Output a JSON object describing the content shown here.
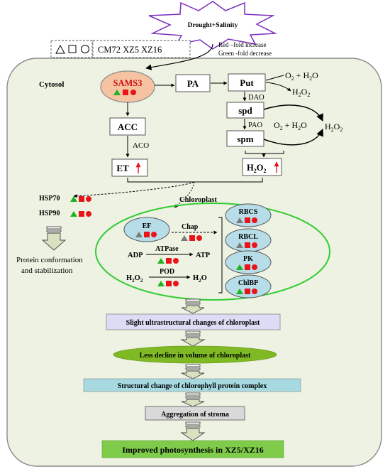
{
  "colors": {
    "red": "#e8141a",
    "green": "#1fb31f",
    "gray": "#7a7a7a",
    "burst_fill": "#ffffff",
    "burst_stroke": "#7b2fbe",
    "cytosol_fill": "#edf2e2",
    "cytosol_stroke": "#8a8a8a",
    "sams3_fill": "#f6c3a2",
    "box_fill": "#ffffff",
    "chloro_stroke": "#33cc33",
    "ellipse_fill": "#b7dde8",
    "step1_fill": "#dcdcf5",
    "step2_fill": "#7fba24",
    "step3_fill": "#a6d9e0",
    "step4_fill": "#d9d9d9",
    "step5_fill": "#7fcc4a",
    "arrow_fill": "#d8e2c0",
    "arrow_stroke": "#444444"
  },
  "stress": {
    "label": "Drought+Salinity"
  },
  "legend": {
    "symbols_icon": "triangle-square-circle",
    "cultivars": "CM72 XZ5 XZ16",
    "note_red": "Red –fold increase",
    "note_green": "Green -fold decrease"
  },
  "cytosol": {
    "label": "Cytosol"
  },
  "pathway": {
    "sams3": "SAMS3",
    "pa": "PA",
    "put": "Put",
    "o2h2o_1": "O",
    "sub2": "2",
    "plus_h": " + H",
    "o_end": "O",
    "h2o2_h": "H",
    "h2o2_o": "O",
    "dao": "DAO",
    "spd": "spd",
    "pao": "PAO",
    "spm": "spm",
    "acc": "ACC",
    "aco": "ACO",
    "et": "ET",
    "h2o2_box_h": "H",
    "h2o2_box_o": "O"
  },
  "hsp": {
    "hsp70": "HSP70",
    "hsp90": "HSP90",
    "outcome_line1": "Protein conformation",
    "outcome_line2": "and stabilization"
  },
  "chloroplast": {
    "label": "Chloroplast",
    "ef": "EF",
    "chap": "Chap",
    "adp": "ADP",
    "atpase": "ATPase",
    "atp": "ATP",
    "h2o2_label_h": "H",
    "h2o2_label_o": "O",
    "pod": "POD",
    "h2o_h": "H",
    "h2o_o": "O",
    "rbcs": "RBCS",
    "rbcl": "RBCL",
    "pk": "PK",
    "chlbp": "ChlBP"
  },
  "steps": [
    "Slight ultrastructural changes of chloroplast",
    "Less decline in volume of chloroplast",
    "Structural change of chlorophyll protein complex",
    "Aggregation of stroma",
    "Improved photosynthesis in XZ5/XZ16"
  ]
}
